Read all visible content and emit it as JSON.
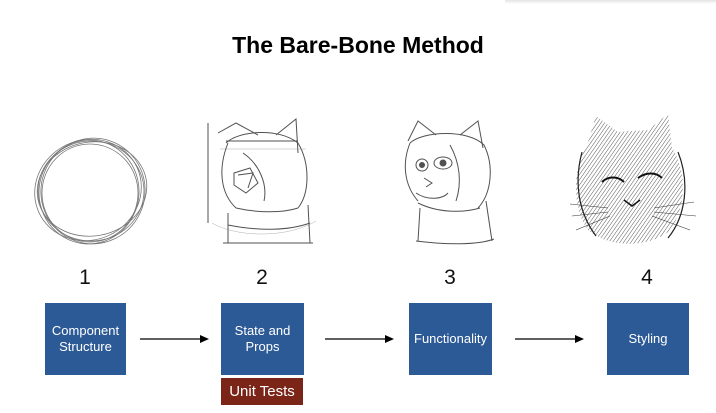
{
  "title": "The Bare-Bone Method",
  "steps": [
    {
      "number": "1",
      "label": "Component Structure",
      "sketch": "circle-sketch"
    },
    {
      "number": "2",
      "label": "State and Props",
      "sketch": "cat-construction-sketch"
    },
    {
      "number": "3",
      "label": "Functionality",
      "sketch": "cat-outline-sketch"
    },
    {
      "number": "4",
      "label": "Styling",
      "sketch": "cat-shaded-sketch"
    }
  ],
  "extra": {
    "unit_tests": "Unit Tests"
  },
  "colors": {
    "box": "#2c5a96",
    "unit_tests": "#7a2518",
    "text": "#000000"
  }
}
